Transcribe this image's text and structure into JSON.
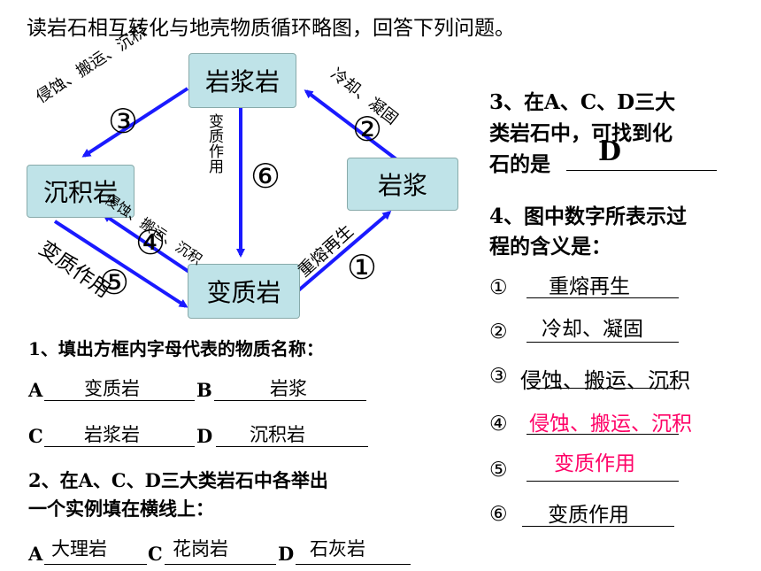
{
  "title": "读岩石相互转化与地壳物质循环略图，回答下列问题。",
  "diagram": {
    "boxes": {
      "top": "岩浆岩",
      "left": "沉积岩",
      "right": "岩浆",
      "bottom": "变质岩"
    },
    "labels": {
      "top_left": "侵蚀、搬运、沉积",
      "top_right": "冷却、凝固",
      "middle": "变质作用",
      "inner": "侵蚀、搬运、沉积",
      "bottom_right": "重熔再生",
      "bottom_left": "变质作用"
    },
    "numbers": {
      "n1": "①",
      "n2": "②",
      "n3": "③",
      "n4": "④",
      "n5": "⑤",
      "n6": "⑥"
    }
  },
  "q1": {
    "text": "1、填出方框内字母代表的物质名称：",
    "A_label": "A",
    "A_ans": "变质岩",
    "B_label": "B",
    "B_ans": "岩浆",
    "C_label": "C",
    "C_ans": "岩浆岩",
    "D_label": "D",
    "D_ans": "沉积岩"
  },
  "q2": {
    "line1": "2、在A、C、D三大类岩石中各举出",
    "line2": "一个实例填在横线上：",
    "A_label": "A",
    "A_ans": "大理岩",
    "C_label": "C",
    "C_ans": "花岗岩",
    "D_label": "D",
    "D_ans": "石灰岩"
  },
  "q3": {
    "line1": "3、在A、C、D三大",
    "line2": "类岩石中，可找到化",
    "line3": "石的是",
    "ans": "D"
  },
  "q4": {
    "line1": "4、图中数字所表示过",
    "line2": "程的含义是：",
    "items": [
      {
        "num": "①",
        "ans": "重熔再生"
      },
      {
        "num": "②",
        "ans": "冷却、凝固"
      },
      {
        "num": "③",
        "ans": "侵蚀、搬运、沉积"
      },
      {
        "num": "④",
        "ans": "侵蚀、搬运、沉积"
      },
      {
        "num": "⑤",
        "ans": "变质作用"
      },
      {
        "num": "⑥",
        "ans": "变质作用"
      }
    ]
  }
}
